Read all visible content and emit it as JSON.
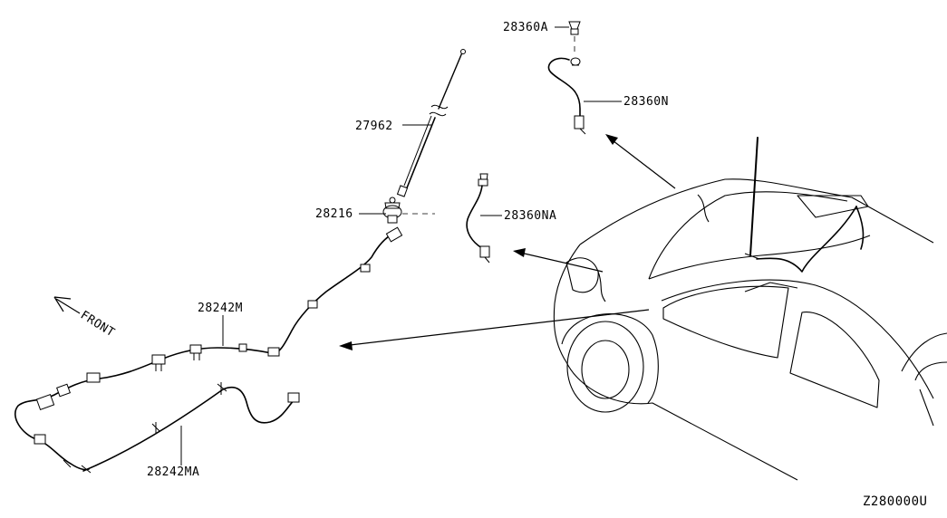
{
  "callouts": {
    "cap": "28360A",
    "feeder_top": "28360N",
    "rod": "27962",
    "base": "28216",
    "feeder_mid": "28360NA",
    "main_harness": "28242M",
    "sub_harness": "28242MA"
  },
  "direction_label": "FRONT",
  "diagram_code": "Z280000U"
}
